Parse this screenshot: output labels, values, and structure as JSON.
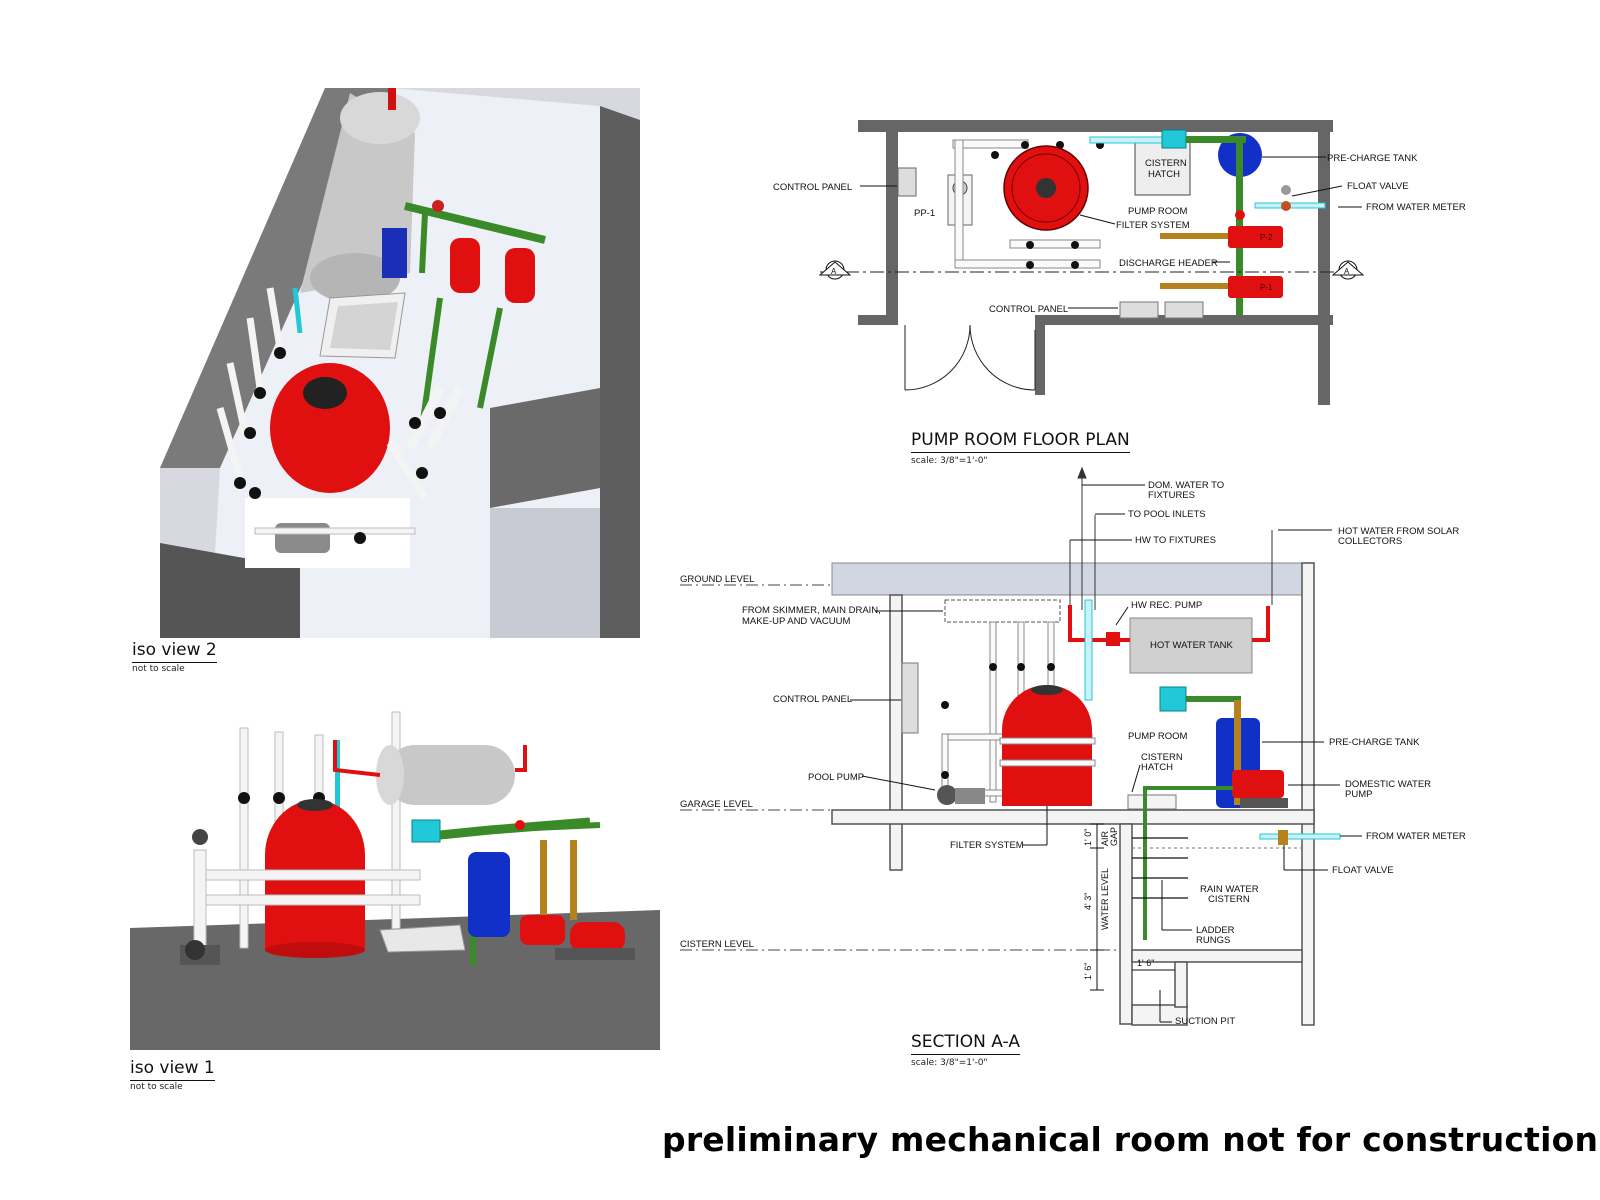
{
  "iso_view_2": {
    "title": "iso view 2",
    "subtitle": "not to scale"
  },
  "iso_view_1": {
    "title": "iso view 1",
    "subtitle": "not to scale"
  },
  "floor_plan": {
    "title": "PUMP ROOM FLOOR PLAN",
    "scale": "scale: 3/8\"=1'-0\"",
    "labels": {
      "control_panel_left": "CONTROL PANEL",
      "pp1": "PP-1",
      "cistern_hatch_1": "CISTERN",
      "cistern_hatch_2": "HATCH",
      "pump_room": "PUMP ROOM",
      "filter_system": "FILTER SYSTEM",
      "pre_charge_tank": "PRE-CHARGE TANK",
      "float_valve": "FLOAT VALVE",
      "from_water_meter": "FROM WATER METER",
      "discharge_header": "DISCHARGE HEADER",
      "control_panel_bottom": "CONTROL PANEL",
      "p2": "P-2",
      "p1": "P-1",
      "section_a_left": "A",
      "section_a_right": "A"
    }
  },
  "section": {
    "title": "SECTION A-A",
    "scale": "scale: 3/8\"=1'-0\"",
    "labels": {
      "dom_water_1": "DOM. WATER TO",
      "dom_water_2": "FIXTURES",
      "to_pool_inlets": "TO POOL INLETS",
      "hw_to_fixtures": "HW TO FIXTURES",
      "hot_water_solar_1": "HOT WATER FROM SOLAR",
      "hot_water_solar_2": "COLLECTORS",
      "ground_level": "GROUND LEVEL",
      "from_skimmer_1": "FROM SKIMMER, MAIN DRAIN,",
      "from_skimmer_2": "MAKE-UP AND VACUUM",
      "hw_rec_pump": "HW REC. PUMP",
      "hot_water_tank": "HOT WATER TANK",
      "control_panel": "CONTROL PANEL",
      "pump_room": "PUMP ROOM",
      "pre_charge_tank": "PRE-CHARGE TANK",
      "cistern_hatch_1": "CISTERN",
      "cistern_hatch_2": "HATCH",
      "pool_pump": "POOL PUMP",
      "domestic_pump_1": "DOMESTIC WATER",
      "domestic_pump_2": "PUMP",
      "garage_level": "GARAGE LEVEL",
      "from_water_meter": "FROM WATER METER",
      "filter_system": "FILTER SYSTEM",
      "float_valve": "FLOAT VALVE",
      "air_gap_1": "AIR",
      "air_gap_2": "GAP",
      "dim_1_0": "1' 0\"",
      "water_level": "WATER LEVEL",
      "dim_4_3": "4' 3\"",
      "rain_cistern_1": "RAIN WATER",
      "rain_cistern_2": "CISTERN",
      "ladder_1": "LADDER",
      "ladder_2": "RUNGS",
      "cistern_level": "CISTERN LEVEL",
      "dim_1_6_v": "1' 6\"",
      "dim_1_6_h": "1' 6\"",
      "suction_pit": "SUCTION PIT"
    }
  },
  "banner": "preliminary mechanical room not for construction",
  "colors": {
    "filter_red": "#e01010",
    "pipe_green": "#3a8a2a",
    "tank_blue": "#1030c8",
    "water_cyan": "#20c8d8",
    "wall_gray": "#6a6a6a",
    "floor_light": "#e6e8f0"
  }
}
